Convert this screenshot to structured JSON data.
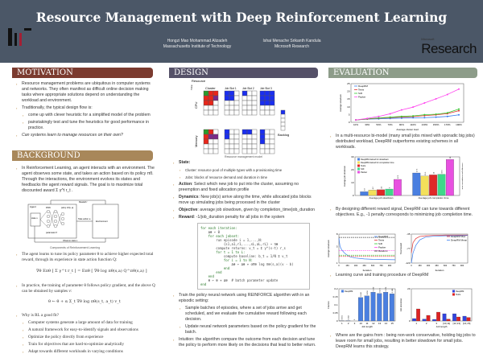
{
  "header": {
    "title": "Resource Management with Deep Reinforcement Learning",
    "authors_mit": "Hongzi Mao   Mohammad Alizadeh",
    "affil_mit": "Massachusetts Institute of Technology",
    "authors_ms": "Ishai Menache   Srikanth Kandula",
    "affil_ms": "Microsoft Research",
    "ms_small": "Microsoft",
    "ms_big": "Research"
  },
  "colors": {
    "motivation": "#7b3b2f",
    "background": "#a8875a",
    "design": "#555168",
    "evaluation": "#8d9c89"
  },
  "motivation": {
    "title": "MOTIVATION",
    "items": [
      "Resource management problems are ubiquitous in computer systems and networks. They often manifest as difficult online decision making tasks where appropriate solutions depend on understanding the workload and environment.",
      "Traditionally, the typical design flow is:",
      "come up with clever heuristic for a simplified model of the problem",
      "painstakingly test and tune the heuristics for good performance in practice.",
      "Can systems learn to manage resources on their own?"
    ]
  },
  "background": {
    "title": "BACKGROUND",
    "intro": "In Reinforcement Learning, an agent interacts with an environment. The agent observes some state, and takes an action based on its policy πθ. Through the interactions, the environment evolves its states and feedbacks the agent reward signals. The goal is to maximize total discounted award Σ γ^t r_t .",
    "diagram": {
      "agent": "Agent",
      "dnn": "DNN",
      "policy": "policy πθ(s, a)",
      "state": "state s",
      "param": "parameter θ",
      "take": "Take action a",
      "env": "Environment",
      "reward": "Reward r",
      "observe": "Observe state s",
      "caption": "Components of Reinforcement Learning"
    },
    "item2": "The agent learns to tune its policy parameter θ to achieve higher expected total reward, through its experience in state action function Q:",
    "eq1": "∇θ Eπθ [ Σ γ^t r_t ] = Eπθ [ ∇θ log πθ(s,a) Q^πθ(s,a) ]",
    "item3": "In practice, the training of parameter θ follows policy gradient, and the above Q can be obtained by samples v:",
    "eq2": "θ ← θ + α Σ_t ∇θ log πθ(s_t, a_t) v_t",
    "why": "Why is RL a good fit?",
    "why_items": [
      "Computer systems generate a large amount of data for training",
      "A natural framework for easy-to-identify signals and observations",
      "Optimize the policy directly from experience",
      "Train for objectives that are hard-to-optimize analytically",
      "Adapt towards different workloads in varying conditions"
    ]
  },
  "design": {
    "title": "DESIGN",
    "figure": {
      "resource": "Resource",
      "time": "Time",
      "cluster": "Cluster",
      "slot1": "Job Slot 1",
      "slot2": "Job Slot 2",
      "slot3": "Job Slot 3",
      "cpu": "CPU",
      "memory": "Memory",
      "backlog": "Backlog",
      "caption": "Resource management model"
    },
    "state": "State:",
    "state_items": [
      "Cluster: resource pool of multiple types with a provisioning time",
      "Jobs: blocks of resource demand and duration in time"
    ],
    "action_k": "Action",
    "action": ": Select which new job to put into the cluster, assuming no preemption and fixed allocation profile",
    "dyn_k": "Dynamics",
    "dyn": ": New job(s) arrive along the time, while allocated jobs blocks move up simulating jobs being processed in the cluster",
    "obj_k": "Objective",
    "obj": ": average job slowdown, given by completion_time/job_duration",
    "rew_k": "Reward",
    "rew": ": -1/job_duration penalty for all jobs in the system",
    "code": [
      "for each iteration:",
      "    Δθ ← 0",
      "    for each jobset:",
      "        run episode i = 1,...,N:",
      "            {s1,a1,r1,...,sL,aL,rL} ~ πθ",
      "        compute returns: v_t = Σ γ^(s-t) r_s",
      "        for t = 1 to L:",
      "            compute baseline: b_t = 1/N Σ v_t",
      "            for i = 1 to N:",
      "                Δθ ← Δθ + α∇θ log πθ(s,a)(v - b)",
      "            end",
      "        end",
      "    end",
      "    θ ← θ + Δθ  # batch parameter update",
      "end"
    ],
    "train": "Train the policy neural network using REINFORCE algorithm with in an episodic setting:",
    "train_items": [
      "Sample batches of episodes, where a set of jobs arrive and get scheduled, and we evaluate the cumulative reward following each decision.",
      "Update neural network parameters based on the policy gradient for the batch."
    ],
    "intuition": "Intuition: the algorithm compare the outcome from each decision and tune the policy to perform more likely on the decisions that lead to better return."
  },
  "evaluation": {
    "title": "EVALUATION",
    "text1": "In a multi-resource bi-model (many small jobs mixed with sporadic big jobs) distributed workload, DeepRM outperforms existing schemes in all workloads.",
    "text2": "By designing different reward signal, DeepRM can tune towards different objectives. E.g., -1 penalty corresponds to minimizing job completion time.",
    "text3": "Learning curve and training procedure of DeepRM",
    "text4": "Where are the gains from : being non-work conservative, holding big jobs to leave room for small jobs, resulting in better slowdown for small jobs. DeepRM learns this strategy."
  },
  "chart_data": [
    {
      "type": "line",
      "xlabel": "Average cluster load",
      "ylabel": "Average slowdown",
      "ylim": [
        0,
        25
      ],
      "categories": [
        "10%",
        "30%",
        "50%",
        "70%",
        "90%",
        "110%",
        "130%",
        "150%",
        "170%",
        "190%"
      ],
      "series": [
        {
          "name": "DeepRM",
          "color": "#3a7df0",
          "values": [
            1.5,
            2,
            2.2,
            2.5,
            2.7,
            2.9,
            3,
            3.3,
            3.8,
            4.8
          ]
        },
        {
          "name": "Tetris",
          "color": "#e03030",
          "values": [
            1.5,
            2.1,
            2.6,
            3,
            3.4,
            3.7,
            4.3,
            4.8,
            5.6,
            7.5
          ]
        },
        {
          "name": "SJF",
          "color": "#33cc33",
          "values": [
            1.5,
            2.2,
            2.8,
            3.3,
            3.8,
            4.1,
            4.9,
            5.2,
            6.1,
            8.5
          ]
        },
        {
          "name": "Packer",
          "color": "#ff44ee",
          "values": [
            1.5,
            2.5,
            3.8,
            5.5,
            8,
            9.8,
            12.5,
            15.2,
            18,
            21.5
          ]
        }
      ],
      "yticks": [
        0,
        5,
        10,
        15,
        20,
        25
      ],
      "legend": "top-left"
    },
    {
      "type": "bar",
      "ylabel": "Average job slowdown",
      "y2label": "Average job completion time",
      "ylim": [
        0,
        30
      ],
      "categories": [
        "Average job slowdown",
        "Average job completion time"
      ],
      "series": [
        {
          "name": "DeepRM trained for slowdown",
          "color": "#4a7fe0",
          "values": [
            2.9,
            17.5
          ]
        },
        {
          "name": "DeepRM trained for completion time",
          "color": "#f3e05a",
          "values": [
            4.2,
            15.1
          ]
        },
        {
          "name": "Tetris",
          "color": "#e02828",
          "values": [
            4.5,
            16
          ]
        },
        {
          "name": "SJF",
          "color": "#3fd88a",
          "values": [
            5,
            16.5
          ]
        },
        {
          "name": "Packer",
          "color": "#e850e0",
          "values": [
            12.5,
            28
          ]
        }
      ],
      "yticks": [
        0,
        10,
        20,
        30
      ]
    },
    {
      "type": "line",
      "xlabel": "Iteration",
      "ylabel": "Average slowdown",
      "ylim": [
        1,
        8
      ],
      "xlim": [
        0,
        1000
      ],
      "xticks": [
        0,
        150,
        300,
        450,
        600,
        750,
        900
      ],
      "series": [
        {
          "name": "DeepRM",
          "color": "#3a7df0",
          "x": [
            0,
            20,
            50,
            100,
            150,
            200,
            300,
            450,
            600,
            800,
            1000
          ],
          "values": [
            7,
            5,
            4.2,
            3.4,
            2.9,
            2.5,
            2.2,
            2,
            1.9,
            1.85,
            1.8
          ]
        },
        {
          "name": "Tetris",
          "color": "#e03030",
          "x": [
            0,
            1000
          ],
          "values": [
            2.6,
            2.6
          ]
        },
        {
          "name": "SJF",
          "color": "#33cc33",
          "x": [
            0,
            1000
          ],
          "values": [
            2.9,
            2.9
          ]
        },
        {
          "name": "Packer",
          "color": "#ff44ee",
          "x": [
            0,
            1000
          ],
          "values": [
            4,
            4
          ]
        },
        {
          "name": "Random",
          "color": "#333333",
          "x": [
            0,
            1000
          ],
          "values": [
            7.2,
            7.2
          ]
        }
      ]
    },
    {
      "type": "line",
      "xlabel": "Iteration",
      "ylabel": "Total reward",
      "ylim": [
        -120,
        -35
      ],
      "xlim": [
        0,
        1000
      ],
      "xticks": [
        0,
        150,
        300,
        450,
        600,
        750,
        900
      ],
      "series": [
        {
          "name": "DeepRM Max",
          "color": "#e03030",
          "x": [
            0,
            30,
            80,
            150,
            250,
            400,
            600,
            1000
          ],
          "values": [
            -90,
            -60,
            -48,
            -42,
            -40,
            -39,
            -38,
            -38
          ]
        },
        {
          "name": "DeepRM Mean",
          "color": "#3a7df0",
          "x": [
            0,
            30,
            80,
            150,
            250,
            400,
            600,
            1000
          ],
          "values": [
            -120,
            -90,
            -68,
            -52,
            -44,
            -41,
            -40,
            -39
          ]
        }
      ]
    },
    {
      "type": "bar",
      "xlabel": "Job length",
      "ylabel": "Fraction",
      "ylim": [
        0,
        0.2
      ],
      "categories": [
        "1",
        "2",
        "3",
        "10",
        "11",
        "12",
        "13",
        "14",
        "15"
      ],
      "series": [
        {
          "name": "DeepRM",
          "color": "#4a7fe0",
          "values": [
            0.001,
            0.002,
            0,
            0.146,
            0.156,
            0.179,
            0.171,
            0.179,
            0.169
          ]
        }
      ],
      "yticks": [
        0,
        0.05,
        0.1,
        0.15,
        0.2
      ]
    },
    {
      "type": "bar",
      "xlabel": "Job length",
      "ylabel": "Job slowdown",
      "ylim": [
        0,
        20
      ],
      "categories": [
        "1",
        "2",
        "3",
        "[10,11]",
        "[12,13]",
        "[14,15]"
      ],
      "series": [
        {
          "name": "DeepRM",
          "color": "#3344dd",
          "values": [
            1.5,
            1.2,
            1,
            4.5,
            4.5,
            3
          ]
        },
        {
          "name": "Tetris",
          "color": "#dd2222",
          "values": [
            7.5,
            3.5,
            5.5,
            1.2,
            2.5,
            2.2
          ]
        }
      ]
    }
  ]
}
